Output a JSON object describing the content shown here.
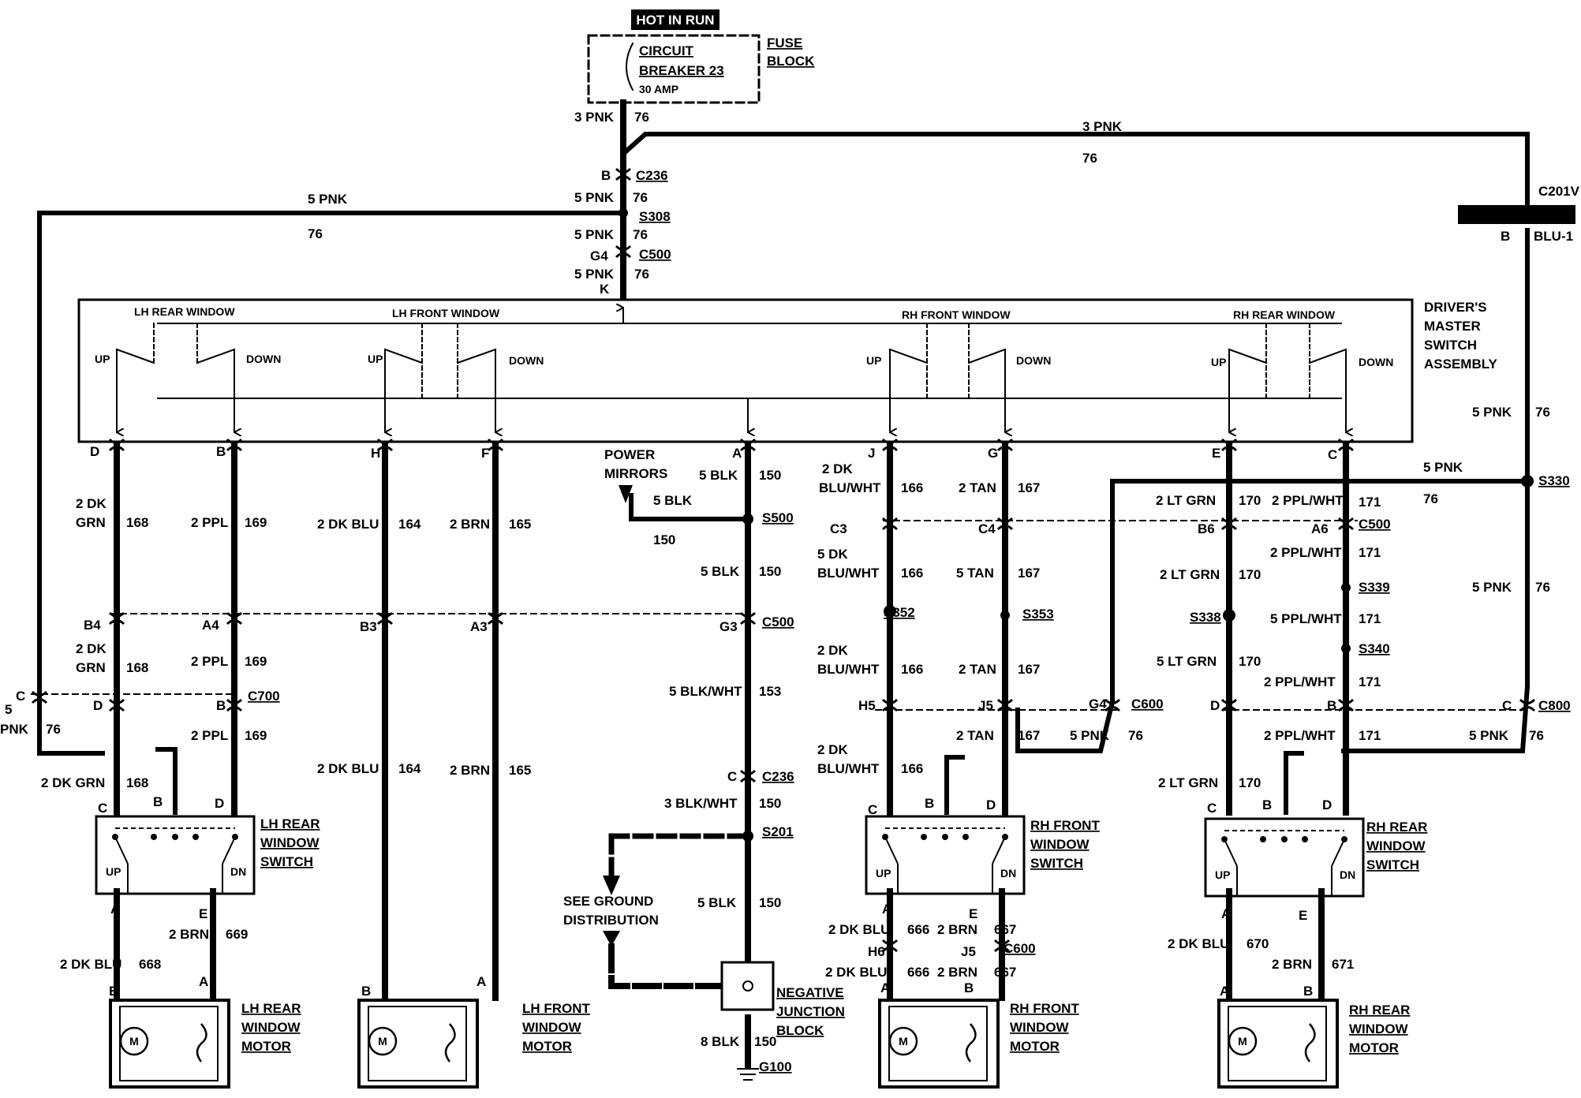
{
  "labels": {
    "hot_in_run": "HOT IN RUN",
    "fuse_block_1": "FUSE",
    "fuse_block_2": "BLOCK",
    "cb_1": "CIRCUIT",
    "cb_2": "BREAKER 23",
    "cb_3": "30 AMP",
    "wire_3pnk": "3 PNK",
    "c76": "76",
    "c236": "C236",
    "s308": "S308",
    "c500": "C500",
    "c201v": "C201V",
    "blu1": "BLU-1",
    "w5pnk": "5 PNK",
    "pin_b": "B",
    "pin_g4": "G4",
    "pin_k": "K",
    "lh_rear_window": "LH REAR WINDOW",
    "lh_front_window": "LH FRONT WINDOW",
    "rh_front_window": "RH FRONT WINDOW",
    "rh_rear_window": "RH REAR WINDOW",
    "master_1": "DRIVER'S",
    "master_2": "MASTER",
    "master_3": "SWITCH",
    "master_4": "ASSEMBLY",
    "up": "UP",
    "down": "DOWN",
    "dn": "DN",
    "pin_d": "D",
    "pin_h": "H",
    "pin_f": "F",
    "pin_a": "A",
    "pin_j": "J",
    "pin_g": "G",
    "pin_e": "E",
    "pin_c": "C",
    "w2dk": "2 DK",
    "grn": "GRN",
    "c168": "168",
    "w2ppl": "2 PPL",
    "c169": "169",
    "w2dkblu": "2 DK BLU",
    "c164": "164",
    "w2brn": "2 BRN",
    "c165": "165",
    "power_mirrors_1": "POWER",
    "power_mirrors_2": "MIRRORS",
    "w5blk": "5 BLK",
    "c150": "150",
    "s500": "S500",
    "blu_wht": "BLU/WHT",
    "c166": "166",
    "w2tan": "2 TAN",
    "c167": "167",
    "w2ltgrn": "2 LT GRN",
    "c170": "170",
    "w2pplwht": "2 PPL/WHT",
    "c171": "171",
    "s330": "S330",
    "pin_b4": "B4",
    "pin_a4": "A4",
    "pin_b3": "B3",
    "pin_a3": "A3",
    "pin_g3": "G3",
    "pin_c3": "C3",
    "pin_c4": "C4",
    "pin_b6": "B6",
    "pin_a6": "A6",
    "w5dk": "5 DK",
    "w5tan": "5 TAN",
    "s352": "S352",
    "s353": "S353",
    "w5ltgrn": "5 LT GRN",
    "w5pplwht": "5 PPL/WHT",
    "s338": "S338",
    "s339": "S339",
    "s340": "S340",
    "c700": "C700",
    "c600": "C600",
    "c800": "C800",
    "pin_h5": "H5",
    "pin_j5": "J5",
    "w5": "5",
    "pnk": "PNK",
    "w5blkwht": "5 BLK/WHT",
    "c153": "153",
    "w2dkgrn": "2 DK GRN",
    "lh_rear_sw_1": "LH REAR",
    "lh_rear_sw_2": "WINDOW",
    "lh_rear_sw_3": "SWITCH",
    "rh_front_sw_1": "RH FRONT",
    "rh_front_sw_2": "WINDOW",
    "rh_front_sw_3": "SWITCH",
    "rh_rear_sw_1": "RH REAR",
    "rh_rear_sw_2": "WINDOW",
    "rh_rear_sw_3": "SWITCH",
    "w3blkwht": "3 BLK/WHT",
    "s201": "S201",
    "ground_1": "SEE GROUND",
    "ground_2": "DISTRIBUTION",
    "c668": "668",
    "c669": "669",
    "c666": "666",
    "c667": "667",
    "c670": "670",
    "c671": "671",
    "pin_h6": "H6",
    "pin_j6": "J5",
    "neg_1": "NEGATIVE",
    "neg_2": "JUNCTION",
    "neg_3": "BLOCK",
    "w8blk": "8 BLK",
    "g100": "G100",
    "lh_rear_motor_1": "LH REAR",
    "lh_rear_motor_2": "WINDOW",
    "lh_rear_motor_3": "MOTOR",
    "lh_front_motor_1": "LH FRONT",
    "lh_front_motor_2": "WINDOW",
    "lh_front_motor_3": "MOTOR",
    "rh_front_motor_1": "RH FRONT",
    "rh_front_motor_2": "WINDOW",
    "rh_front_motor_3": "MOTOR",
    "rh_rear_motor_1": "RH REAR",
    "rh_rear_motor_2": "WINDOW",
    "rh_rear_motor_3": "MOTOR"
  }
}
